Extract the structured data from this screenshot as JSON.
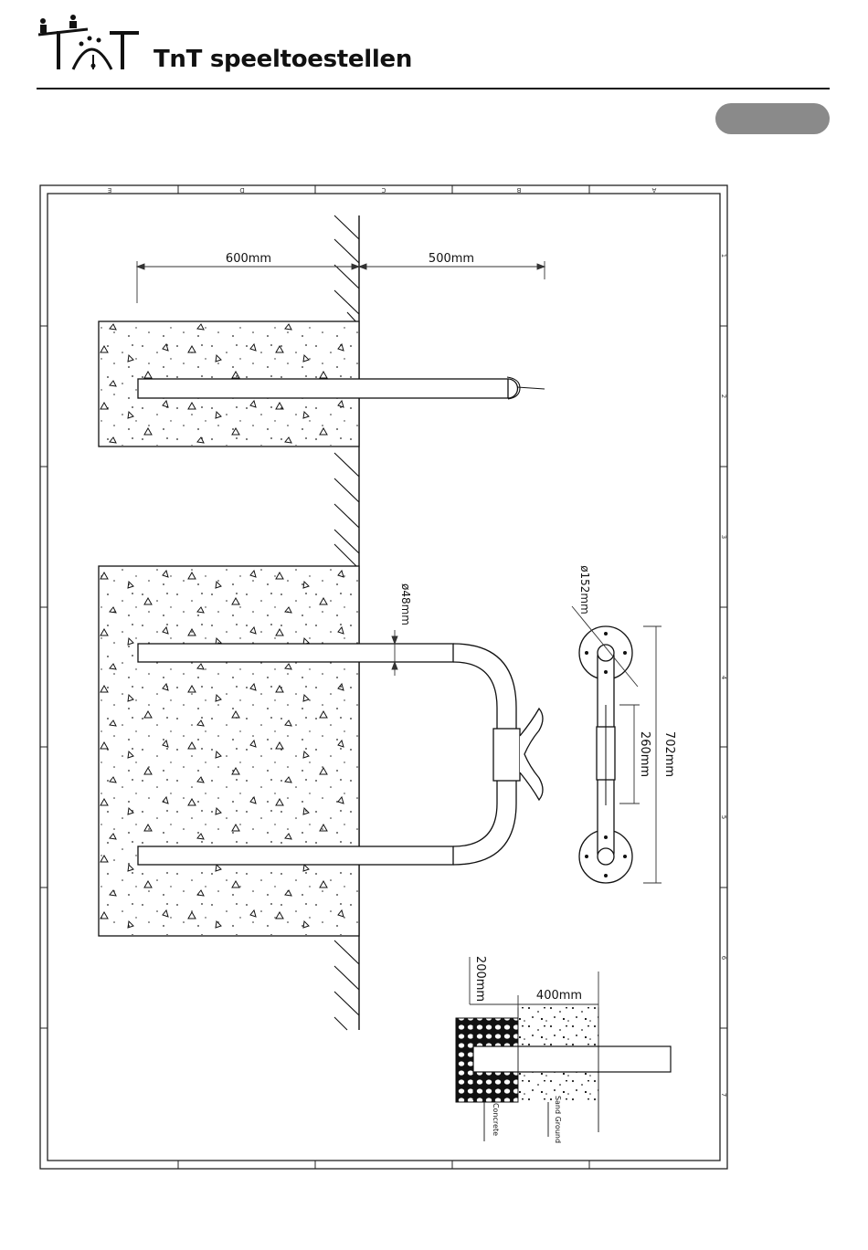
{
  "header": {
    "brand": "TnT speeltoestellen",
    "logo_letters": "TnT"
  },
  "drawing": {
    "border_cols": [
      "E",
      "D",
      "C",
      "B",
      "A"
    ],
    "border_rows": [
      "1",
      "2",
      "3",
      "4",
      "5",
      "6",
      "7"
    ],
    "dim_600": "600mm",
    "dim_500": "500mm",
    "dim_48": "ø48mm",
    "dim_152": "ø152mm",
    "dim_702": "702mm",
    "dim_260": "260mm",
    "dim_200": "200mm",
    "dim_400": "400mm",
    "label_concrete": "Concrete",
    "label_sand": "Sand Ground"
  }
}
